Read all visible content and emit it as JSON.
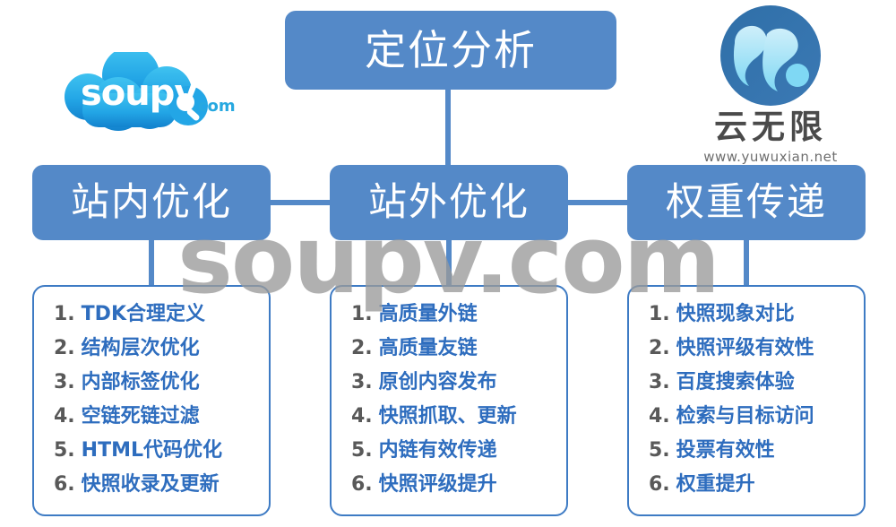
{
  "colors": {
    "box_blue": "#5489C8",
    "card_border": "#3E7BC4",
    "item_text": "#2E6DBE",
    "item_number": "#595959",
    "watermark": "#9A9A9A",
    "logo_cyan": "#27A8E0",
    "logo_deep_blue": "#2F6FA8"
  },
  "diagram": {
    "title": "定位分析",
    "branches": [
      {
        "heading": "站内优化",
        "items": [
          {
            "num": "1.",
            "label": "TDK合理定义"
          },
          {
            "num": "2.",
            "label": "结构层次优化"
          },
          {
            "num": "3.",
            "label": "内部标签优化"
          },
          {
            "num": "4.",
            "label": "空链死链过滤"
          },
          {
            "num": "5.",
            "label": "HTML代码优化"
          },
          {
            "num": "6.",
            "label": "快照收录及更新"
          }
        ]
      },
      {
        "heading": "站外优化",
        "items": [
          {
            "num": "1.",
            "label": "高质量外链"
          },
          {
            "num": "2.",
            "label": "高质量友链"
          },
          {
            "num": "3.",
            "label": "原创内容发布"
          },
          {
            "num": "4.",
            "label": "快照抓取、更新"
          },
          {
            "num": "5.",
            "label": "内链有效传递"
          },
          {
            "num": "6.",
            "label": "快照评级提升"
          }
        ]
      },
      {
        "heading": "权重传递",
        "items": [
          {
            "num": "1.",
            "label": "快照现象对比"
          },
          {
            "num": "2.",
            "label": "快照评级有效性"
          },
          {
            "num": "3.",
            "label": "百度搜索体验"
          },
          {
            "num": "4.",
            "label": "检索与目标访问"
          },
          {
            "num": "5.",
            "label": "投票有效性"
          },
          {
            "num": "6.",
            "label": "权重提升"
          }
        ]
      }
    ]
  },
  "watermark": {
    "text": "soupv.com"
  },
  "logo_soupv": {
    "wordmark": "soupv",
    "suffix": ".com",
    "icon": "cloud-icon",
    "magnifier_icon": "magnifier-icon"
  },
  "logo_yuwuxian": {
    "icon": "yun-circle-icon",
    "name": "云无限",
    "url": "www.yuwuxian.net"
  }
}
